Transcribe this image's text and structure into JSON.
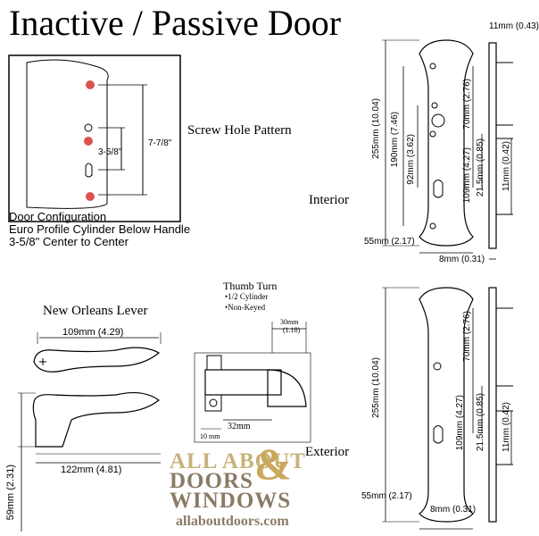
{
  "title": "Inactive / Passive Door",
  "screw_hole": {
    "caption": "Screw Hole Pattern",
    "dim_long": "7-7/8\"",
    "dim_short": "3-5/8\""
  },
  "door_config": {
    "line1": "Door Configuration",
    "line2": "Euro Profile Cylinder Below Handle",
    "line3": "3-5/8\" Center to Center"
  },
  "interior": {
    "label": "Interior",
    "dims": {
      "top_width": "11mm (0.43)",
      "height": "255mm (10.04)",
      "mid1": "190mm (7.46)",
      "mid2": "92mm (3.62)",
      "upper": "70mm (2.76)",
      "lower": "109mm (4.27)",
      "cyl": "21.5mm (0.85)",
      "side": "11mm (0.42)",
      "width": "55mm (2.17)",
      "depth": "8mm (0.31)"
    }
  },
  "exterior": {
    "label": "Exterior",
    "dims": {
      "height": "255mm (10.04)",
      "upper": "70mm (2.76)",
      "lower": "109mm (4.27)",
      "cyl": "21.5mm (0.85)",
      "side": "11mm (0.42)",
      "width": "55mm (2.17)",
      "depth": "8mm (0.31)"
    }
  },
  "lever": {
    "caption": "New Orleans Lever",
    "dim_top": "109mm (4.29)",
    "dim_bottom": "122mm (4.81)",
    "dim_height": "59mm (2.31)"
  },
  "thumb_turn": {
    "caption": "Thumb Turn",
    "bullet1": "•1/2 Cylinder",
    "bullet2": "•Non-Keyed",
    "dim_top": "30mm",
    "dim_top_in": "(1.18)",
    "dim_bottom": "32mm",
    "dim_small": "10 mm"
  },
  "logo": {
    "line1": "ALL ABOUT",
    "line2": "DOORS",
    "amp": "&",
    "line3": "WINDOWS",
    "url": "allaboutdoors.com"
  }
}
